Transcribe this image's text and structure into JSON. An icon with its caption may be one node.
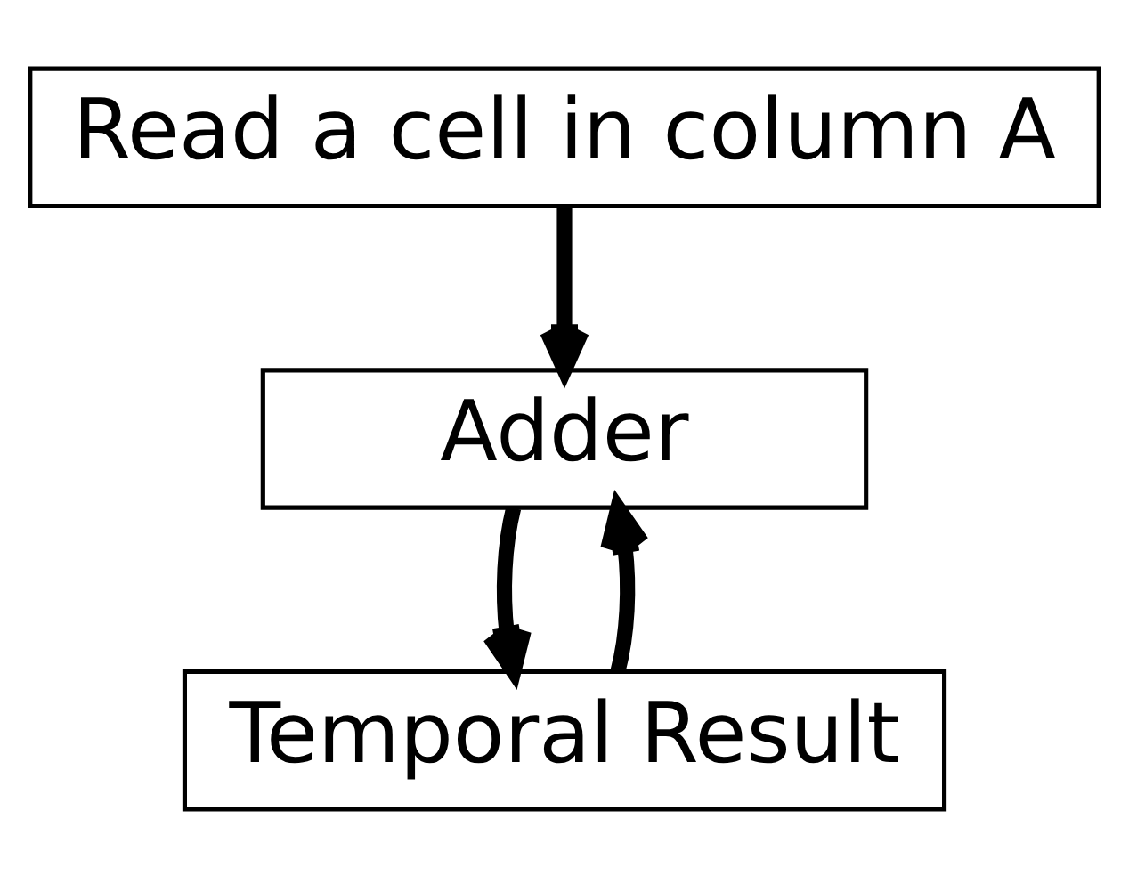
{
  "diagram": {
    "nodes": [
      {
        "text": [
          "Read a cell in column A"
        ]
      },
      {
        "text": [
          "Adder"
        ]
      },
      {
        "text": [
          "Temporal Result"
        ]
      }
    ],
    "edges": [
      {
        "from": 0,
        "to": 1,
        "arrow": "to"
      },
      {
        "from": 1,
        "to": 2,
        "arrow": "to"
      },
      {
        "from": 2,
        "to": 1,
        "arrow": "to"
      }
    ]
  }
}
